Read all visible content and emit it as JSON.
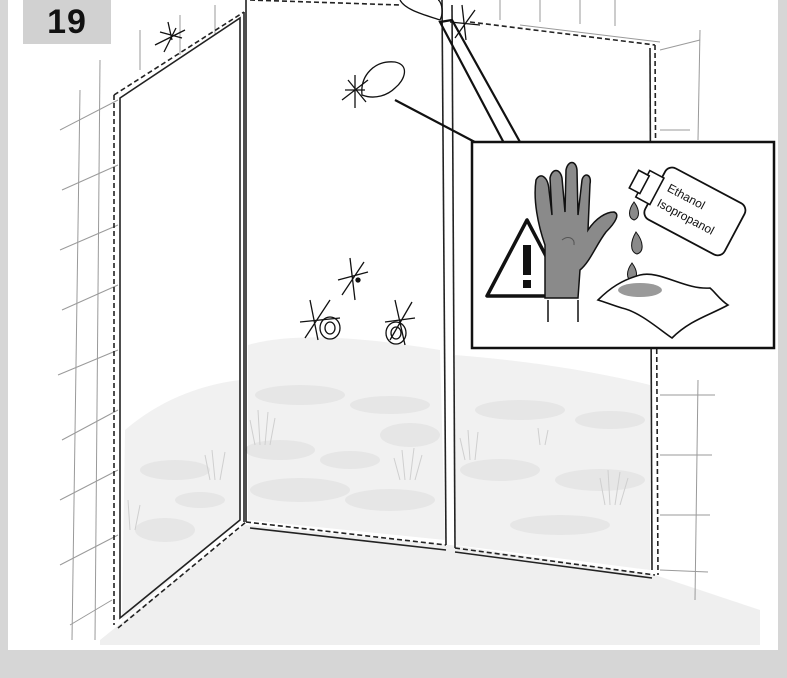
{
  "step": {
    "number": "19"
  },
  "callout": {
    "bottle_label_line1": "Ethanol",
    "bottle_label_line2": "Isopropanol"
  },
  "colors": {
    "background": "#d6d6d6",
    "panel": "#ffffff",
    "badge": "#d1d1d1",
    "glove": "#8a8a8a",
    "ink": "#111111"
  }
}
